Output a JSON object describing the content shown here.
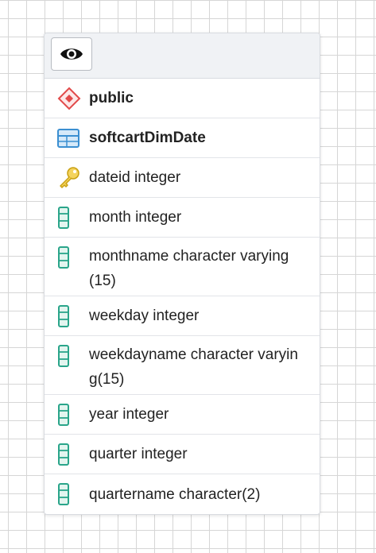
{
  "node": {
    "schema": {
      "icon": "schema-diamond-icon",
      "label": "public"
    },
    "table": {
      "icon": "table-icon",
      "label": "softcartDimDate"
    },
    "columns": [
      {
        "icon": "primary-key-icon",
        "label": "dateid integer"
      },
      {
        "icon": "column-icon",
        "label": "month integer"
      },
      {
        "icon": "column-icon",
        "label": "monthname character varying(15)"
      },
      {
        "icon": "column-icon",
        "label": "weekday integer"
      },
      {
        "icon": "column-icon",
        "label": "weekdayname character varying(15)"
      },
      {
        "icon": "column-icon",
        "label": "year integer"
      },
      {
        "icon": "column-icon",
        "label": "quarter integer"
      },
      {
        "icon": "column-icon",
        "label": "quartername character(2)"
      }
    ]
  },
  "colors": {
    "schema_icon": "#e24a4a",
    "table_icon": "#3b8fd1",
    "key_icon": "#e0b31a",
    "column_icon": "#2aa58a"
  }
}
